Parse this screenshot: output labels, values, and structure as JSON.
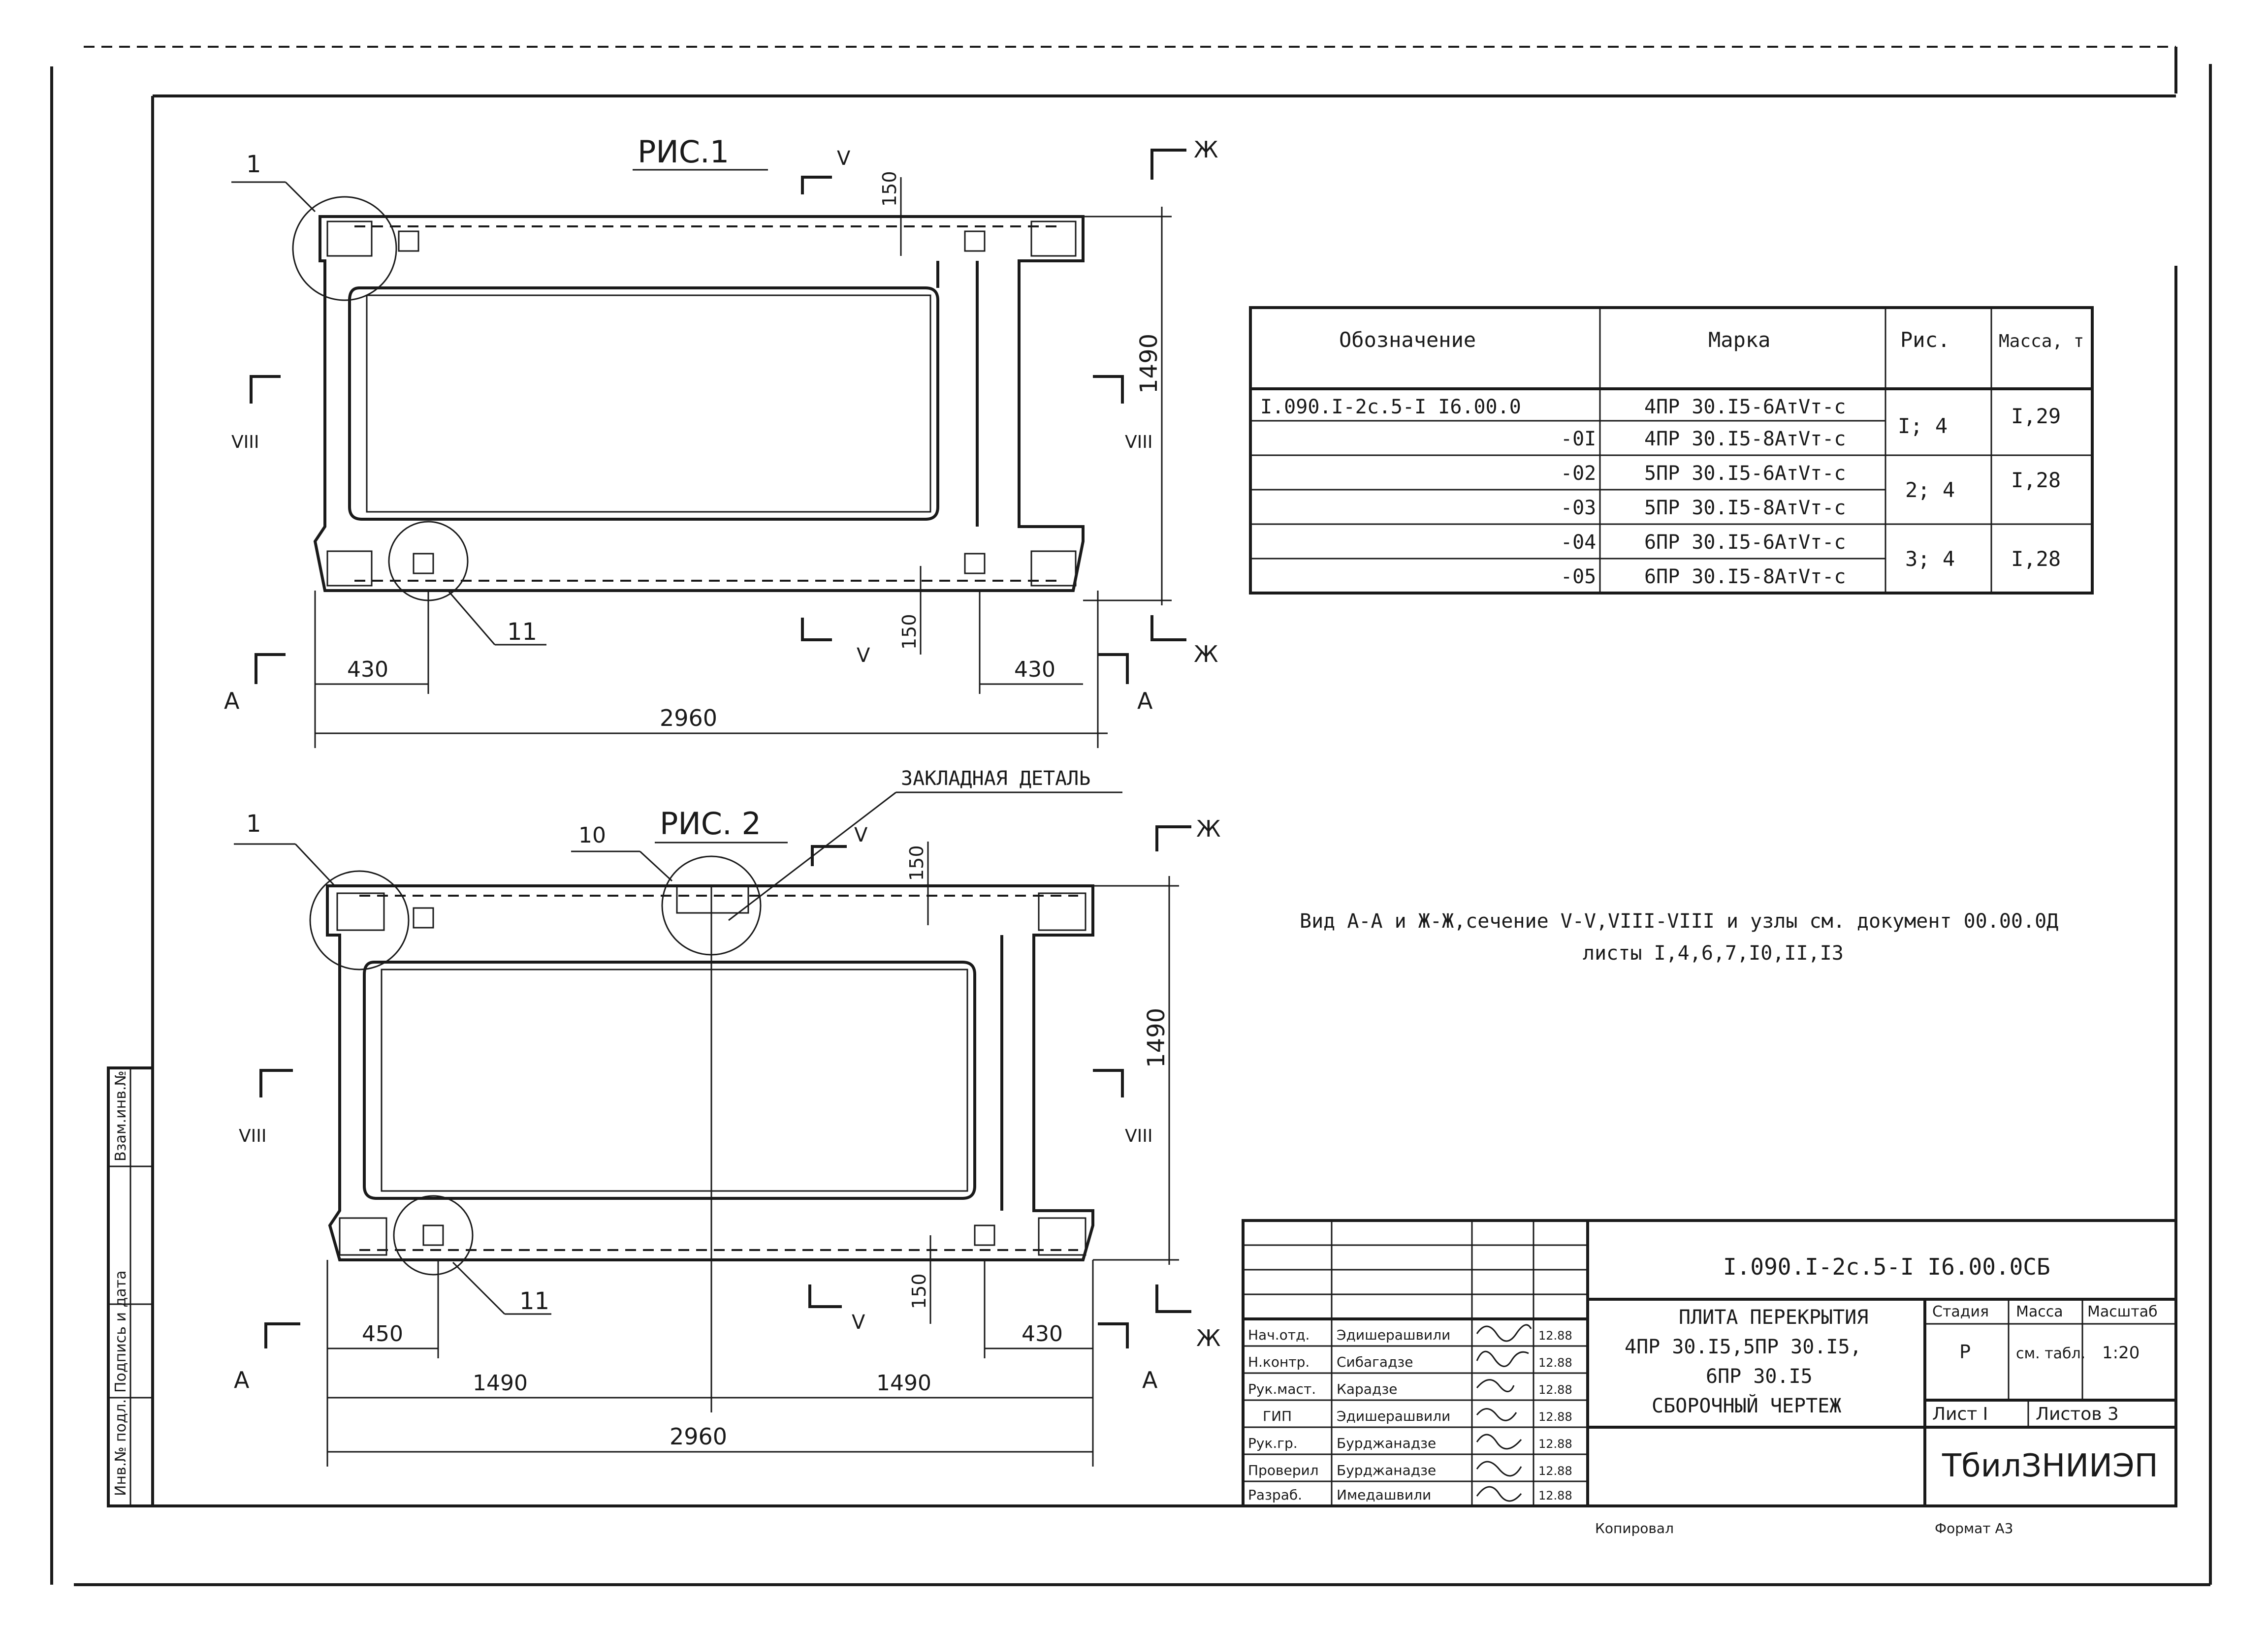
{
  "fig1": {
    "title": "РИС.1",
    "callout_1": "1",
    "callout_11": "11",
    "dim_left": "430",
    "dim_right": "430",
    "dim_total": "2960",
    "dim_height": "1490",
    "dim_150_top": "150",
    "dim_150_bottom": "150",
    "sec_A": "А",
    "sec_Zh": "Ж",
    "sec_V": "V",
    "sec_VIII": "VIII"
  },
  "fig2": {
    "title": "РИС. 2",
    "callout_1": "1",
    "callout_10": "10",
    "callout_11": "11",
    "embedded_label": "ЗАКЛАДНАЯ ДЕТАЛЬ",
    "dim_left": "450",
    "dim_right": "430",
    "dim_half_left": "1490",
    "dim_half_right": "1490",
    "dim_total": "2960",
    "dim_height": "1490",
    "dim_150_top": "150",
    "dim_150_bottom": "150",
    "sec_A": "А",
    "sec_Zh": "Ж",
    "sec_V": "V",
    "sec_VIII": "VIII"
  },
  "spec_table": {
    "headers": [
      "Обозначение",
      "Марка",
      "Рис.",
      "Масса, т"
    ],
    "rows": [
      {
        "designation": "I.090.I-2с.5-I I6.00.0",
        "mark": "4ПР 30.I5-6АтVт-с"
      },
      {
        "designation": "-0I",
        "mark": "4ПР 30.I5-8АтVт-с"
      },
      {
        "designation": "-02",
        "mark": "5ПР 30.I5-6АтVт-с"
      },
      {
        "designation": "-03",
        "mark": "5ПР 30.I5-8АтVт-с"
      },
      {
        "designation": "-04",
        "mark": "6ПР 30.I5-6АтVт-с"
      },
      {
        "designation": "-05",
        "mark": "6ПР 30.I5-8АтVт-с"
      }
    ],
    "groups": [
      {
        "fig": "I; 4",
        "mass": "I,29"
      },
      {
        "fig": "2; 4",
        "mass": "I,28"
      },
      {
        "fig": "3; 4",
        "mass": "I,28"
      }
    ]
  },
  "note": {
    "line1": "Вид А-А и Ж-Ж,сечение V-V,VIII-VIII и узлы см. документ 00.00.0Д",
    "line2": "листы I,4,6,7,I0,II,I3"
  },
  "title_block": {
    "code": "I.090.I-2с.5-I I6.00.0СБ",
    "product_line1": "ПЛИТА ПЕРЕКРЫТИЯ",
    "product_line2": "4ПР 30.I5,5ПР 30.I5,",
    "product_line3": "6ПР 30.I5",
    "product_line4": "СБОРОЧНЫЙ ЧЕРТЕЖ",
    "stage_label": "Стадия",
    "mass_label": "Масса",
    "scale_label": "Масштаб",
    "stage": "Р",
    "mass": "см. табл.",
    "scale": "1:20",
    "sheet": "Лист I",
    "sheets": "Листов 3",
    "org": "ТбилЗНИИЭП",
    "signatures": [
      {
        "role": "Нач.отд.",
        "name": "Эдишерашвили",
        "date": "12.88"
      },
      {
        "role": "Н.контр.",
        "name": "Сибагадзе",
        "date": "12.88"
      },
      {
        "role": "Рук.маст.",
        "name": "Карадзе",
        "date": "12.88"
      },
      {
        "role": "ГИП",
        "name": "Эдишерашвили",
        "date": "12.88"
      },
      {
        "role": "Рук.гр.",
        "name": "Бурджанадзе",
        "date": "12.88"
      },
      {
        "role": "Проверил",
        "name": "Бурджанадзе",
        "date": "12.88"
      },
      {
        "role": "Разраб.",
        "name": "Имедашвили",
        "date": "12.88"
      }
    ]
  },
  "side_strip": [
    "Инв.№ подл.",
    "Подпись и дата",
    "Взам.инв.№"
  ],
  "footer": {
    "copied": "Копировал",
    "format": "Формат А3"
  }
}
